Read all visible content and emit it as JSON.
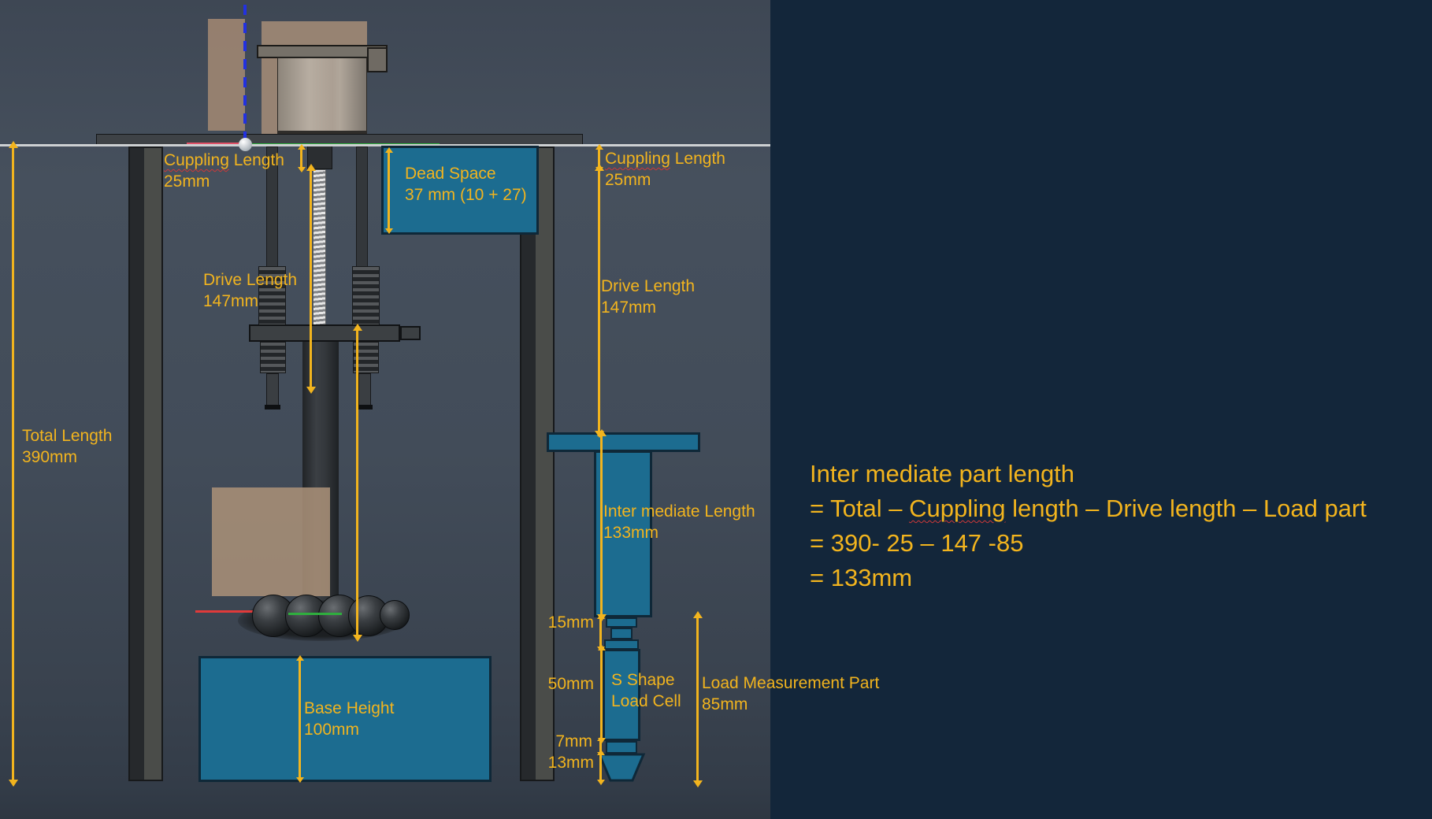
{
  "colors": {
    "gold": "#F2B41E",
    "teal": "#1C6C90",
    "navy": "#13263A",
    "viewport_bg": "#424C59"
  },
  "labels": {
    "total": {
      "line1": "Total Length",
      "line2": "390mm"
    },
    "cuppling_left": {
      "word": "Cuppling",
      "rest": " Length",
      "line2": "25mm"
    },
    "cuppling_right": {
      "word": "Cuppling",
      "rest": " Length",
      "line2": "25mm"
    },
    "dead_space": {
      "line1": "Dead Space",
      "line2": "37 mm (10 + 27)"
    },
    "drive_left": {
      "line1": "Drive Length",
      "line2": "147mm"
    },
    "drive_right": {
      "line1": "Drive Length",
      "line2": "147mm"
    },
    "intermediate": {
      "line1": "Inter mediate Length",
      "line2": "133mm"
    },
    "seg_15": "15mm",
    "seg_50": "50mm",
    "seg_7": "7mm",
    "seg_13": "13mm",
    "s_shape": {
      "line1": "S Shape",
      "line2": "Load Cell"
    },
    "load_part": {
      "line1": "Load Measurement Part",
      "line2": "85mm"
    },
    "base": {
      "line1": "Base Height",
      "line2": "100mm"
    }
  },
  "calculation": {
    "line1": "Inter mediate part length",
    "line2_prefix": "= Total – ",
    "line2_word": "Cuppling",
    "line2_suffix": " length – Drive length – Load part",
    "line3": "= 390- 25 – 147 -85",
    "line4": "= 133mm"
  }
}
